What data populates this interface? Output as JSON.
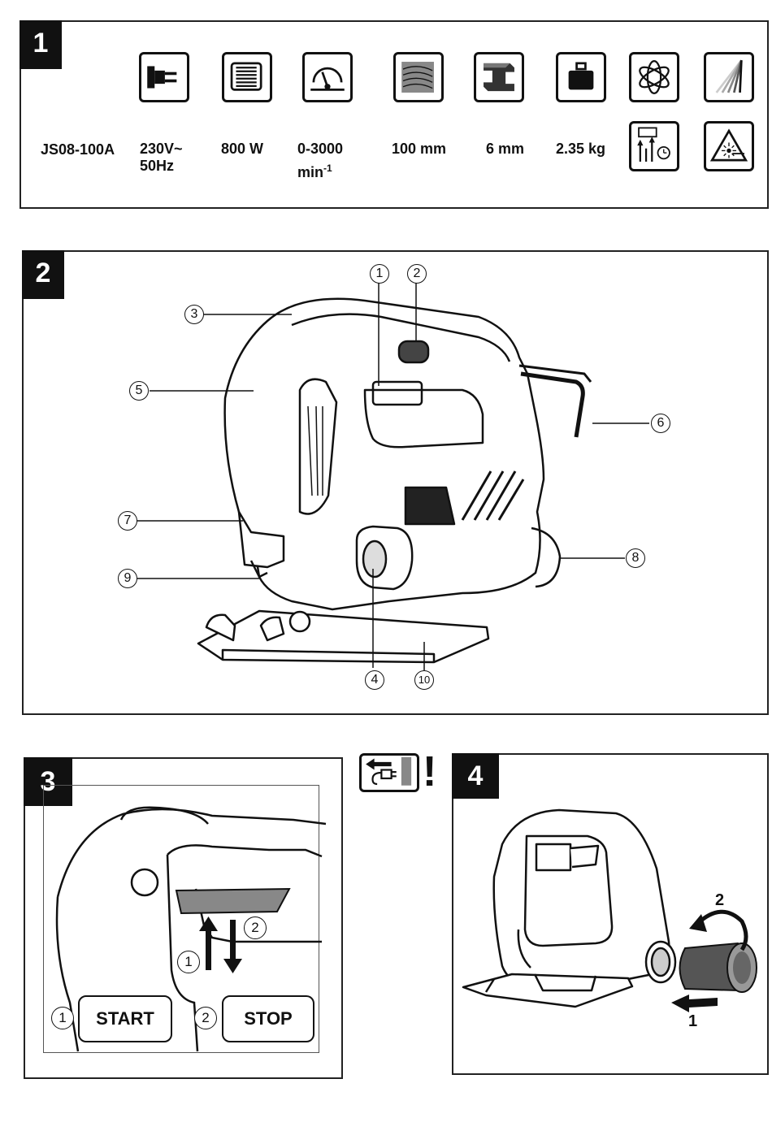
{
  "panel1": {
    "number": "1",
    "model": "JS08-100A",
    "voltage_line1": "230V~",
    "voltage_line2": "50Hz",
    "power": "800 W",
    "speed_line1": "0-3000",
    "speed_line2_base": "min",
    "speed_line2_sup": "-1",
    "cut_wood": "100 mm",
    "cut_steel": "6 mm",
    "weight": "2.35 kg",
    "icons": [
      "plug-icon",
      "motor-icon",
      "speed-gauge-icon",
      "wood-cutting-icon",
      "steel-cutting-icon",
      "weight-icon",
      "pendulum-orbit-icon",
      "stroke-icon",
      "stroke-height-icon",
      "laser-warning-icon"
    ]
  },
  "panel2": {
    "number": "2",
    "callouts": [
      "1",
      "2",
      "3",
      "4",
      "5",
      "6",
      "7",
      "8",
      "9",
      "10"
    ]
  },
  "panel3": {
    "number": "3",
    "step1": "1",
    "step2": "2",
    "start_num": "1",
    "start_label": "START",
    "stop_num": "2",
    "stop_label": "STOP"
  },
  "panel4": {
    "number": "4",
    "step1": "1",
    "step2": "2",
    "warning_mark": "!"
  }
}
